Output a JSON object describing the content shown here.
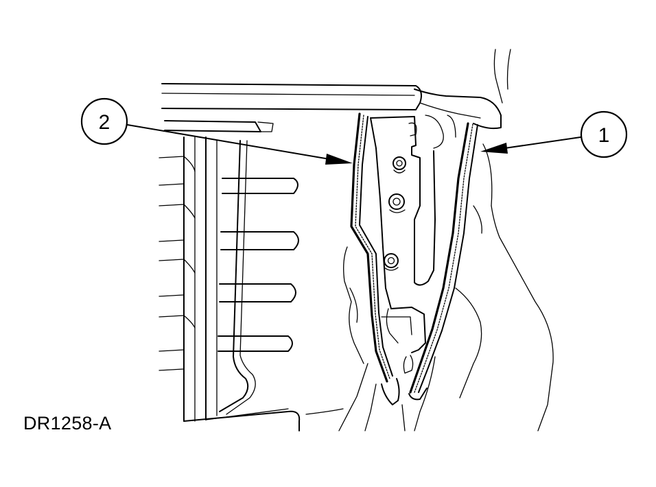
{
  "figure": {
    "id_label": "DR1258-A",
    "callouts": [
      {
        "number": "1"
      },
      {
        "number": "2"
      }
    ]
  }
}
